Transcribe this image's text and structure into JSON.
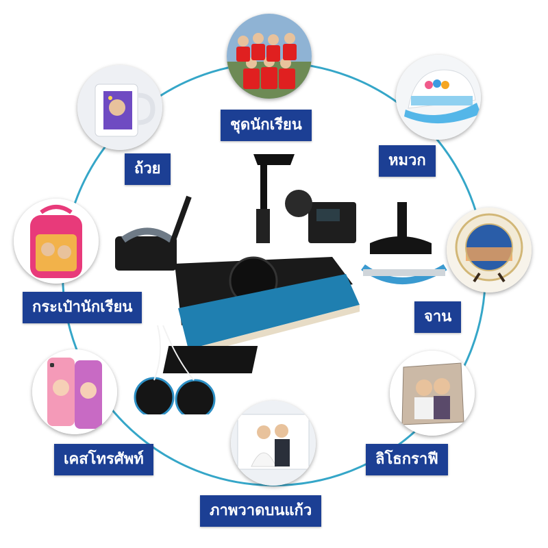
{
  "labels": {
    "uniform": "ชุดนักเรียน",
    "mug": "ถ้วย",
    "cap": "หมวก",
    "backpack": "กระเป๋านักเรียน",
    "plate": "จาน",
    "phone_case": "เคสโทรศัพท์",
    "glass": "ภาพวาดบนแก้ว",
    "lithograph": "ลิโธกราฟี"
  },
  "colors": {
    "ring": "#35a6c8",
    "label_bg": "#1c3f94",
    "label_text": "#ffffff"
  },
  "icons": [
    "uniform-photo",
    "mug-photo",
    "cap-photo",
    "backpack-photo",
    "plate-photo",
    "phone-case-photo",
    "glass-photo",
    "lithograph-photo",
    "heat-press-machine"
  ]
}
